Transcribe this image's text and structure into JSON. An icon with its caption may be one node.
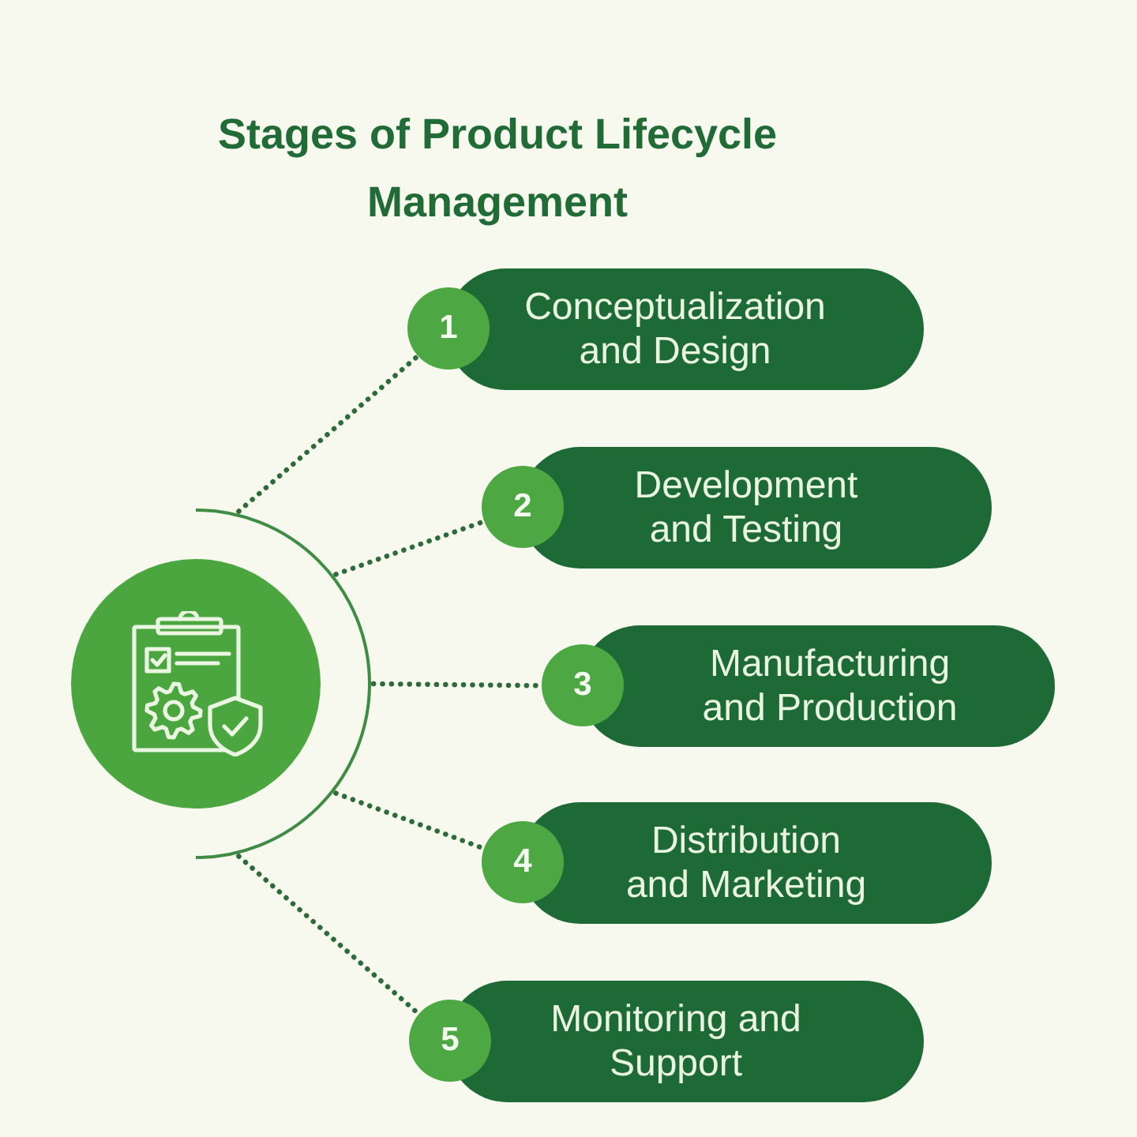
{
  "diagram": {
    "title": "Stages of Product Lifecycle Management",
    "nodes": [
      {
        "text": [],
        "shape": "circle"
      },
      {
        "text": [
          "1",
          "Conceptualization and Design"
        ]
      },
      {
        "text": [
          "2",
          "Development and Testing"
        ]
      },
      {
        "text": [
          "3",
          "Manufacturing and Production"
        ]
      },
      {
        "text": [
          "4",
          "Distribution and Marketing"
        ]
      },
      {
        "text": [
          "5",
          "Monitoring and Support"
        ]
      }
    ],
    "edges": [
      {
        "from": 0,
        "to": 1,
        "arrow": "none",
        "style": "dashed"
      },
      {
        "from": 0,
        "to": 2,
        "arrow": "none",
        "style": "dashed"
      },
      {
        "from": 0,
        "to": 3,
        "arrow": "none",
        "style": "dashed"
      },
      {
        "from": 0,
        "to": 4,
        "arrow": "none",
        "style": "dashed"
      },
      {
        "from": 0,
        "to": 5,
        "arrow": "none",
        "style": "dashed"
      }
    ]
  }
}
